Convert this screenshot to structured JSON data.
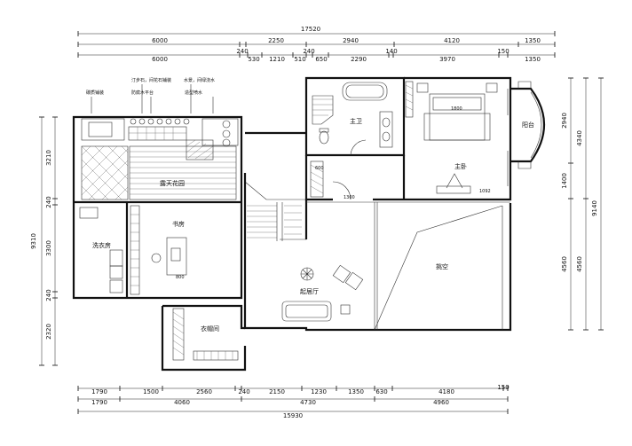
{
  "dims_top_total": "17520",
  "dims_top_row1": [
    "6000",
    "240",
    "2250",
    "2940",
    "4120",
    "1350"
  ],
  "dims_top_row2": [
    "6000",
    "240",
    "530",
    "1210",
    "510",
    "240",
    "650",
    "2290",
    "140",
    "3970",
    "150",
    "1350"
  ],
  "dims_left_outer": "9310",
  "dims_left": [
    "3210",
    "240",
    "3300",
    "240",
    "2320"
  ],
  "dims_right_outer": "9140",
  "dims_right": [
    "2940",
    "4340",
    "1400",
    "4560",
    "4560"
  ],
  "dims_bottom_row1": [
    "1790",
    "1500",
    "2560",
    "240",
    "2150",
    "1230",
    "1350",
    "630",
    "4180",
    "150"
  ],
  "dims_bottom_row2": [
    "1790",
    "4060",
    "4730",
    "4960"
  ],
  "dims_bottom_total": "15930",
  "rooms": {
    "master_bath": "主卫",
    "master_bed": "主卧",
    "balcony": "阳台",
    "roof_garden": "露天花园",
    "study": "书房",
    "laundry": "洗衣房",
    "void": "挑空",
    "living": "起居厅",
    "cloakroom": "衣帽间"
  },
  "notes": {
    "n1": "汀步石，间花石铺装",
    "n2": "水景，间绿浇水",
    "n3": "碳质铺装",
    "n4": "防腐木平台",
    "n5": "造型喷水"
  },
  "inner_dims": {
    "d600": "600",
    "d1092": "1092",
    "d1800": "1800",
    "d1300": "1300",
    "d800": "800"
  }
}
